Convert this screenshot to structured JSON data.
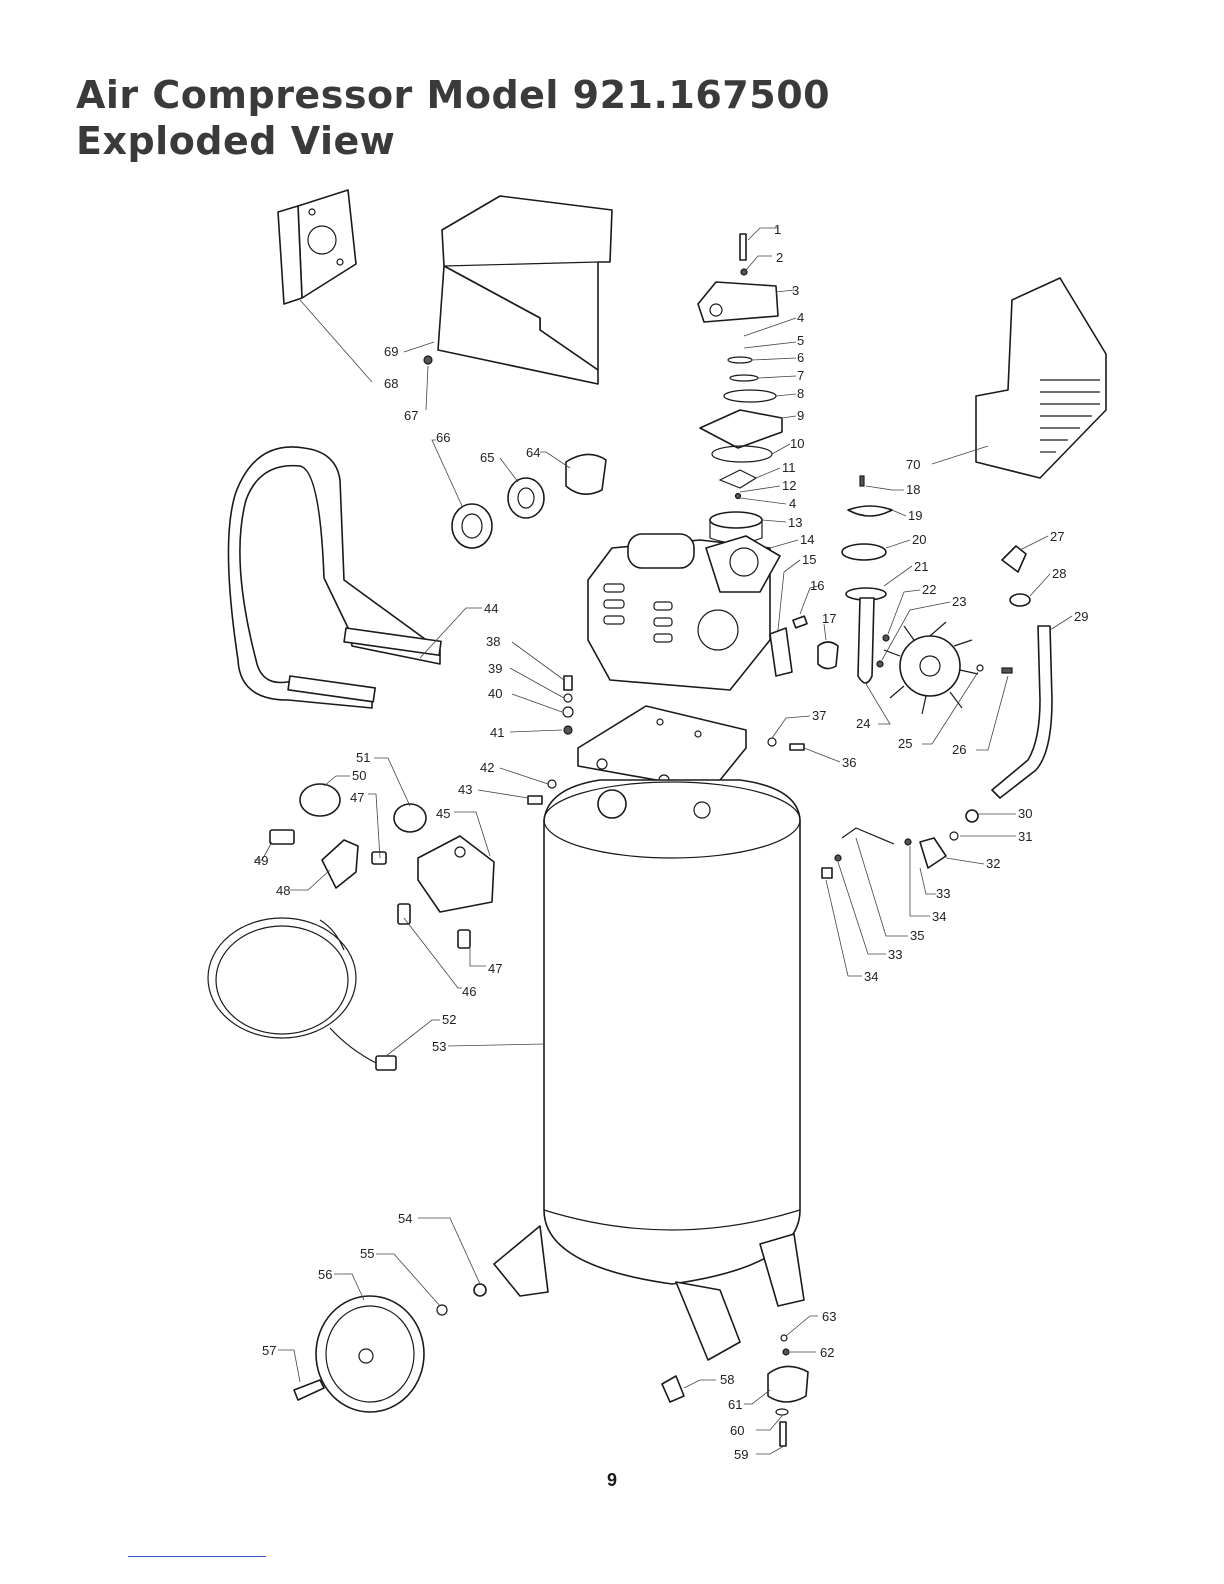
{
  "header": {
    "title_line1": "Air Compressor Model 921.167500",
    "title_line2": "Exploded View"
  },
  "footer": {
    "page_number": "9"
  },
  "diagram": {
    "callouts": [
      "1",
      "2",
      "3",
      "4",
      "5",
      "6",
      "7",
      "8",
      "9",
      "10",
      "11",
      "12",
      "4",
      "13",
      "14",
      "15",
      "16",
      "17",
      "18",
      "19",
      "20",
      "21",
      "22",
      "23",
      "24",
      "25",
      "26",
      "27",
      "28",
      "29",
      "30",
      "31",
      "32",
      "33",
      "34",
      "35",
      "33",
      "34",
      "36",
      "37",
      "38",
      "39",
      "40",
      "41",
      "42",
      "43",
      "44",
      "45",
      "46",
      "47",
      "47",
      "48",
      "49",
      "50",
      "51",
      "52",
      "53",
      "54",
      "55",
      "56",
      "57",
      "58",
      "59",
      "60",
      "61",
      "62",
      "63",
      "64",
      "65",
      "66",
      "67",
      "68",
      "69",
      "70"
    ]
  }
}
